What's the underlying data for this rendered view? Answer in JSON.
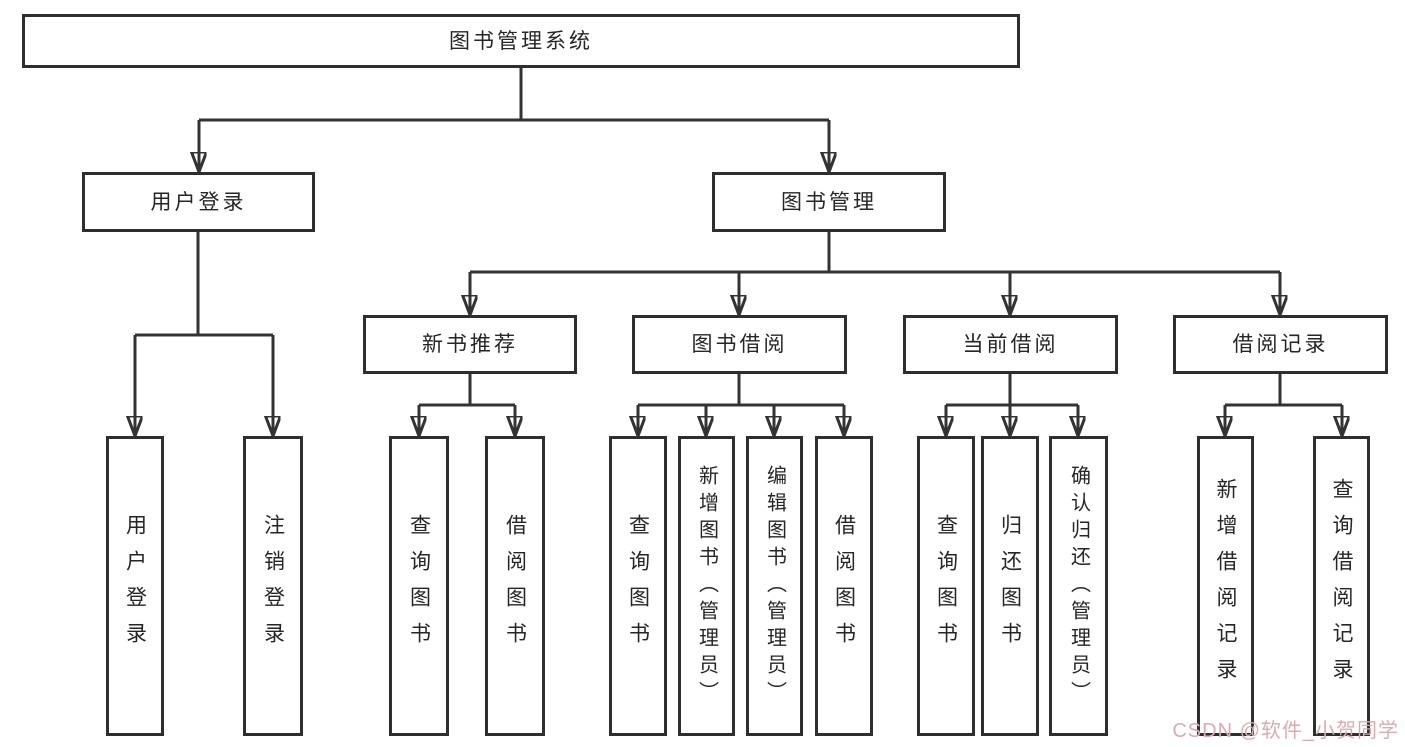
{
  "colors": {
    "background": "#ffffff",
    "line": "#333333",
    "box_border": "#2e2e2e",
    "text": "#262626",
    "watermark": "#dcaab1"
  },
  "diagram": {
    "root": "图书管理系统",
    "level2": [
      "用户登录",
      "图书管理"
    ],
    "level3": [
      "新书推荐",
      "图书借阅",
      "当前借阅",
      "借阅记录"
    ],
    "leaves": {
      "user": [
        "用户登录",
        "注销登录"
      ],
      "recommend": [
        "查询图书",
        "借阅图书"
      ],
      "borrow": [
        "查询图书",
        "新增图书（管理员）",
        "编辑图书（管理员）",
        "借阅图书"
      ],
      "current": [
        "查询图书",
        "归还图书",
        "确认归还（管理员）"
      ],
      "records": [
        "新增借阅记录",
        "查询借阅记录"
      ]
    }
  },
  "watermark": "CSDN @软件_小贺同学"
}
